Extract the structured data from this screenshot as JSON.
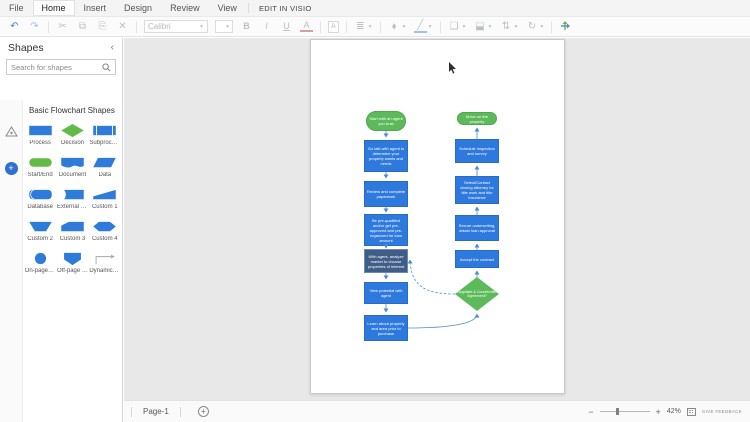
{
  "menu": {
    "tabs": [
      {
        "label": "File"
      },
      {
        "label": "Home"
      },
      {
        "label": "Insert"
      },
      {
        "label": "Design"
      },
      {
        "label": "Review"
      },
      {
        "label": "View"
      }
    ],
    "active_tab": "Home",
    "edit_in_visio_label": "EDIT IN VISIO"
  },
  "toolbar": {
    "font_name": "Calibri",
    "bold": "B",
    "italic": "I",
    "underline": "U",
    "font_color": "A"
  },
  "shapes_panel": {
    "title": "Shapes",
    "collapse_icon": "‹",
    "search_placeholder": "Search for shapes",
    "section_title": "Basic Flowchart Shapes",
    "shapes": [
      {
        "label": "Process"
      },
      {
        "label": "Decision"
      },
      {
        "label": "Subprocess"
      },
      {
        "label": "Start/End"
      },
      {
        "label": "Document"
      },
      {
        "label": "Data"
      },
      {
        "label": "Database"
      },
      {
        "label": "External Data"
      },
      {
        "label": "Custom 1"
      },
      {
        "label": "Custom 2"
      },
      {
        "label": "Custom 3"
      },
      {
        "label": "Custom 4"
      },
      {
        "label": "On-page ref..."
      },
      {
        "label": "Off-page ref..."
      },
      {
        "label": "Dynamic co..."
      }
    ]
  },
  "flowchart": {
    "left": [
      {
        "type": "start",
        "text": "Start with an agent you trust"
      },
      {
        "type": "process",
        "text": "Go talk with agent to determine your property wants and needs"
      },
      {
        "type": "process",
        "text": "Review and complete paperwork"
      },
      {
        "type": "process",
        "text": "Be pre-qualified and/or get pre-approved and pre-organized for loan amount"
      },
      {
        "type": "selected",
        "text": "With agent, analyze market to choose properties of interest"
      },
      {
        "type": "process",
        "text": "View potential with agent"
      },
      {
        "type": "process",
        "text": "Learn about property and area prior to purchase"
      }
    ],
    "right": [
      {
        "type": "start",
        "text": "Move on the property"
      },
      {
        "type": "process",
        "text": "Schedule inspection and survey"
      },
      {
        "type": "process",
        "text": "Select/Contact closing attorney for title work and title insurance"
      },
      {
        "type": "process",
        "text": "Secure underwriting, obtain loan approval"
      },
      {
        "type": "process",
        "text": "Accept the contract"
      },
      {
        "type": "decision",
        "text": "Negotiate & Counteroffer Agreement?"
      }
    ]
  },
  "page_bar": {
    "page_tab": "Page-1"
  },
  "status_bar": {
    "zoom_percent": "42%",
    "feedback_link": "GIVE FEEDBACK"
  },
  "colors": {
    "process_blue": "#2e79dd",
    "start_green": "#5cba5a",
    "selected_navy": "#3f5d87",
    "panel_shape_blue": "#2e7bd9",
    "panel_shape_green": "#62bb46",
    "connector_blue": "#4a8bd4"
  }
}
